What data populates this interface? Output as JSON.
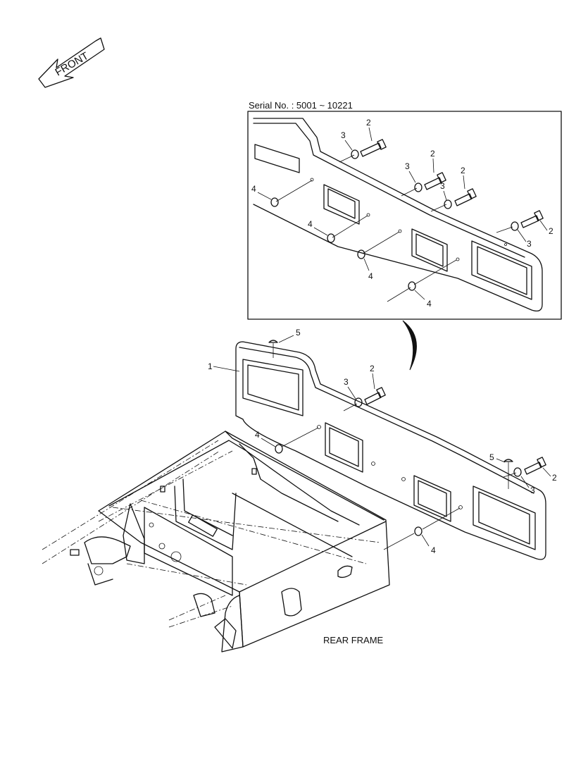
{
  "front_arrow": {
    "label": "FRONT"
  },
  "inset": {
    "serial": "Serial No. : 5001 ~ 10221"
  },
  "caption": "REAR FRAME",
  "callouts": {
    "counterweight": "1",
    "bolt": "2",
    "spring_washer": "3",
    "flat_washer": "4",
    "plug": "5"
  }
}
